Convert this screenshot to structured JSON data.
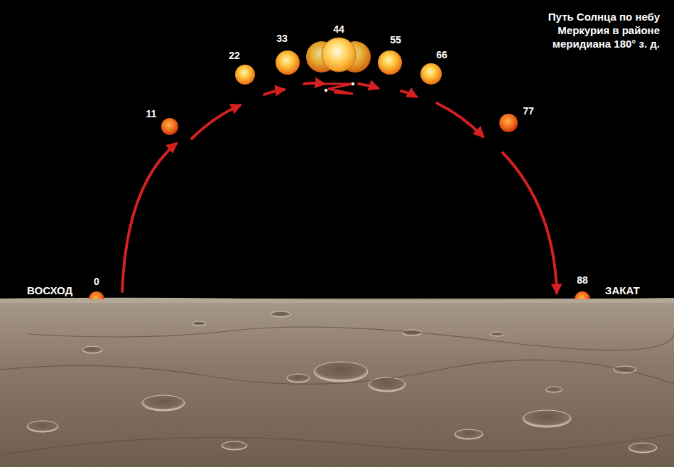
{
  "diagram": {
    "title": "Путь Солнца по небу Меркурия в районе меридиана 180° з. д.",
    "labels": [
      "ВОСХОД",
      "0",
      "11",
      "22",
      "33",
      "44",
      "55",
      "66",
      "77",
      "88",
      "ЗАКАТ"
    ]
  }
}
